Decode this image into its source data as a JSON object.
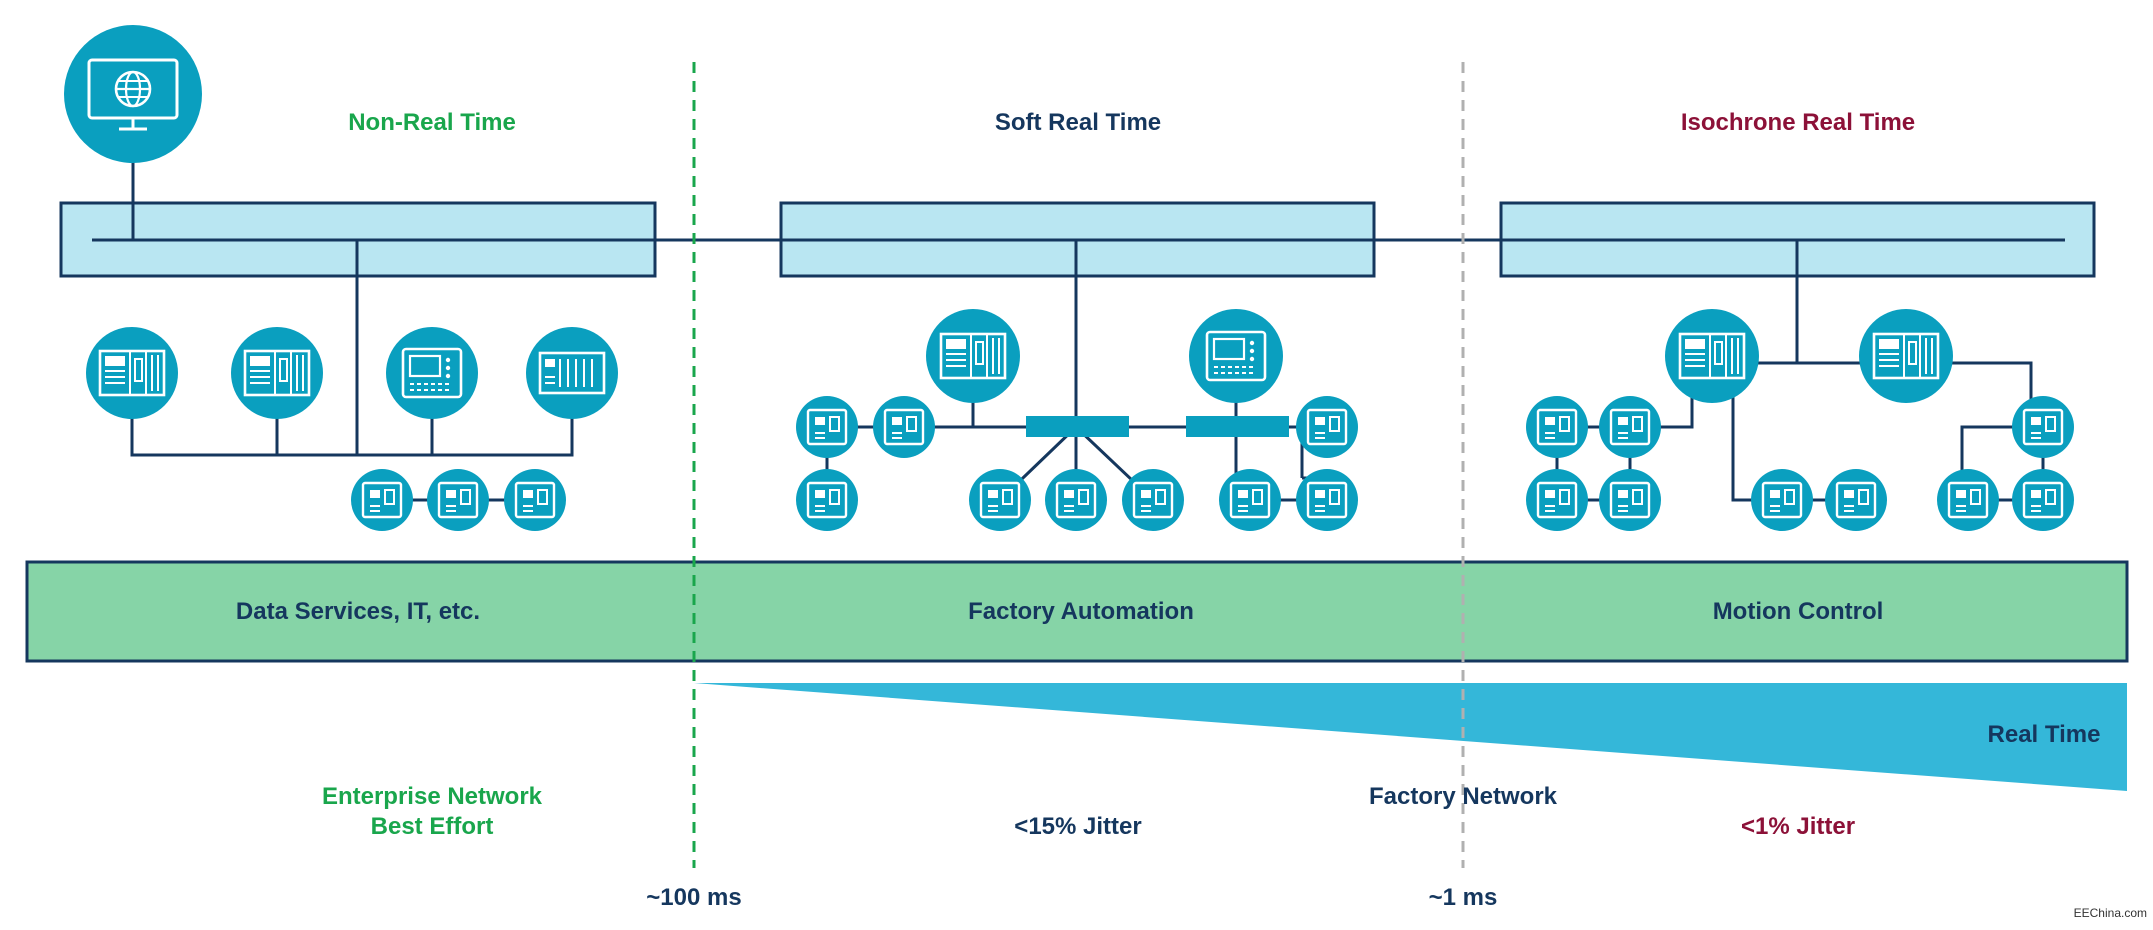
{
  "zones": {
    "non_real_time": "Non-Real Time",
    "soft_real_time": "Soft Real Time",
    "isochrone_real_time": "Isochrone Real Time"
  },
  "domains": {
    "data_services": "Data Services, IT, etc.",
    "factory_automation": "Factory Automation",
    "motion_control": "Motion Control"
  },
  "real_time_label": "Real Time",
  "networks": {
    "enterprise_line1": "Enterprise Network",
    "enterprise_line2": "Best Effort",
    "factory": "Factory Network",
    "soft_jitter": "<15% Jitter",
    "iso_jitter": "<1% Jitter"
  },
  "thresholds": {
    "first": "~100 ms",
    "second": "~1 ms"
  },
  "watermark": "EEChina.com",
  "colors": {
    "navy": "#15375e",
    "teal": "#0a9fbf",
    "light_blue": "#b9e6f2",
    "green_band": "#86d4a7",
    "wedge": "#34b7d9",
    "green_text": "#19a64c",
    "maroon_text": "#8c1138",
    "green_dash": "#19a64c",
    "gray_dash": "#b0b0b0"
  },
  "icons": [
    "globe-monitor-icon",
    "plc-icon",
    "hmi-panel-icon",
    "io-module-icon"
  ]
}
